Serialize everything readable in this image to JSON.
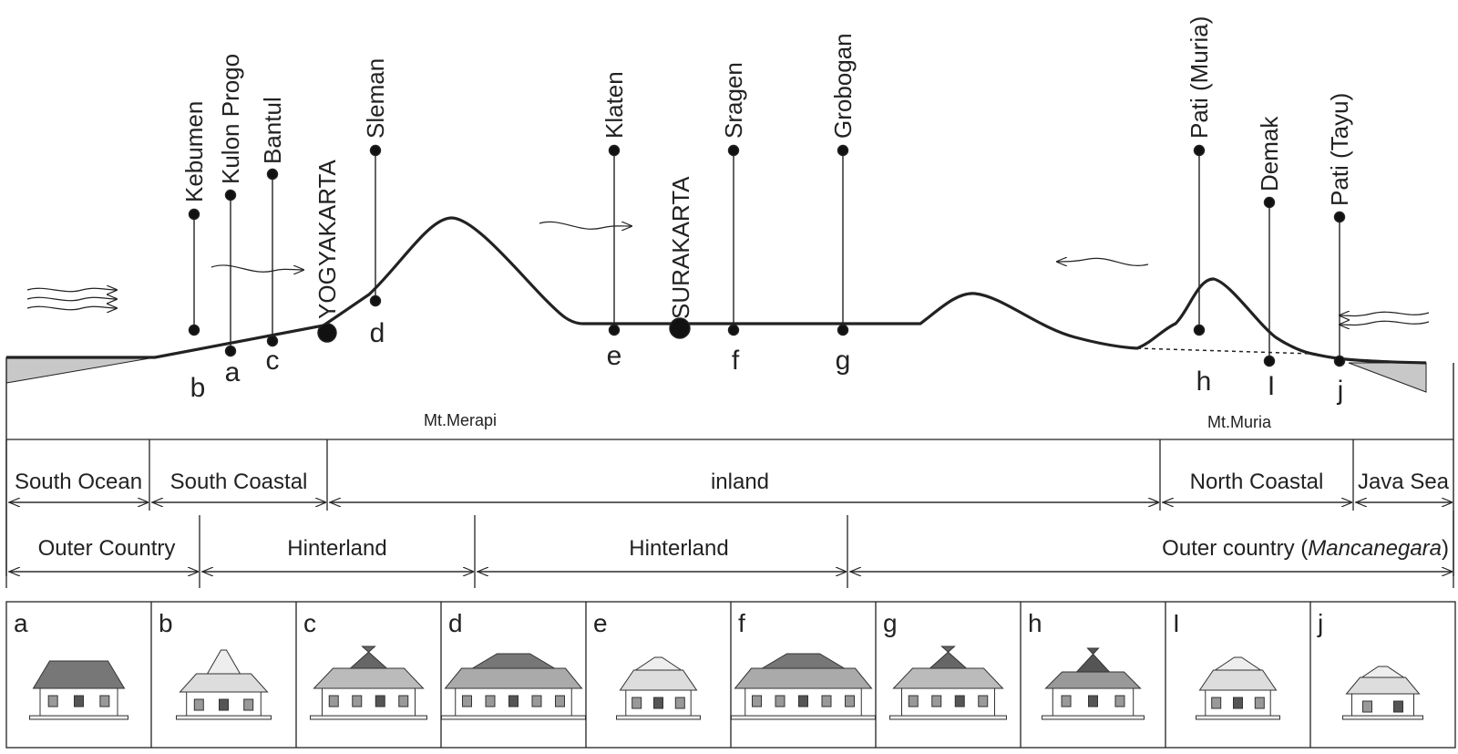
{
  "locations": [
    {
      "name": "Kebumen"
    },
    {
      "name": "Kulon Progo"
    },
    {
      "name": "Bantul"
    },
    {
      "name": "Sleman"
    },
    {
      "name": "Klaten"
    },
    {
      "name": "Sragen"
    },
    {
      "name": "Grobogan"
    },
    {
      "name": "Pati (Muria)"
    },
    {
      "name": "Demak"
    },
    {
      "name": "Pati (Tayu)"
    }
  ],
  "point_labels": [
    "b",
    "a",
    "c",
    "d",
    "e",
    "f",
    "g",
    "h",
    "I",
    "j"
  ],
  "cities": [
    "YOGYAKARTA",
    "SURAKARTA"
  ],
  "mountains": [
    "Mt.Merapi",
    "Mt.Muria"
  ],
  "zones_top": [
    "South Ocean",
    "South Coastal",
    "inland",
    "North Coastal",
    "Java Sea"
  ],
  "zones_bottom": {
    "outer_left": "Outer Country",
    "hinterland_1": "Hinterland",
    "hinterland_2": "Hinterland",
    "outer_right_prefix": "Outer country (",
    "outer_right_italic": "Mancanegara",
    "outer_right_suffix": ")"
  },
  "houses": [
    {
      "label": "a",
      "type": "limasan-wide"
    },
    {
      "label": "b",
      "type": "tiered"
    },
    {
      "label": "c",
      "type": "joglo-tall"
    },
    {
      "label": "d",
      "type": "limasan-long"
    },
    {
      "label": "e",
      "type": "limasan-small"
    },
    {
      "label": "f",
      "type": "limasan-long"
    },
    {
      "label": "g",
      "type": "joglo-tall"
    },
    {
      "label": "h",
      "type": "joglo-dark"
    },
    {
      "label": "I",
      "type": "limasan-small"
    },
    {
      "label": "j",
      "type": "limasan-mini"
    }
  ]
}
